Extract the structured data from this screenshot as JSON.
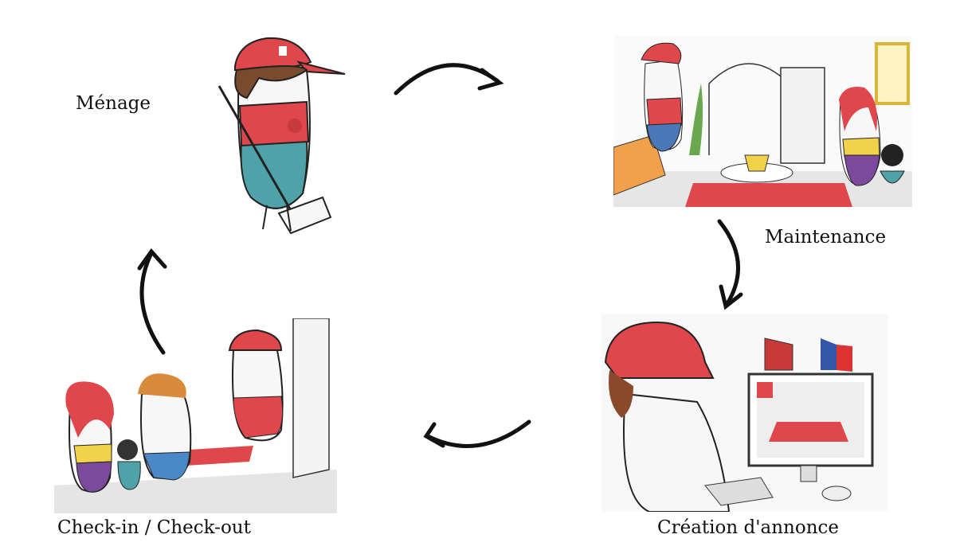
{
  "steps": [
    {
      "id": "menage",
      "label": "Ménage",
      "illustration": "cleaner-with-broom"
    },
    {
      "id": "maintenance",
      "label": "Maintenance",
      "illustration": "living-room-repair"
    },
    {
      "id": "creation",
      "label": "Création d'annonce",
      "illustration": "computer-listing"
    },
    {
      "id": "checkin",
      "label": "Check-in / Check-out",
      "illustration": "guests-at-door"
    }
  ],
  "colors": {
    "accent": "#e0474c",
    "ink": "#111111",
    "yellow": "#f2d24b",
    "purple": "#7b4a9c",
    "teal": "#4fa3a8"
  }
}
